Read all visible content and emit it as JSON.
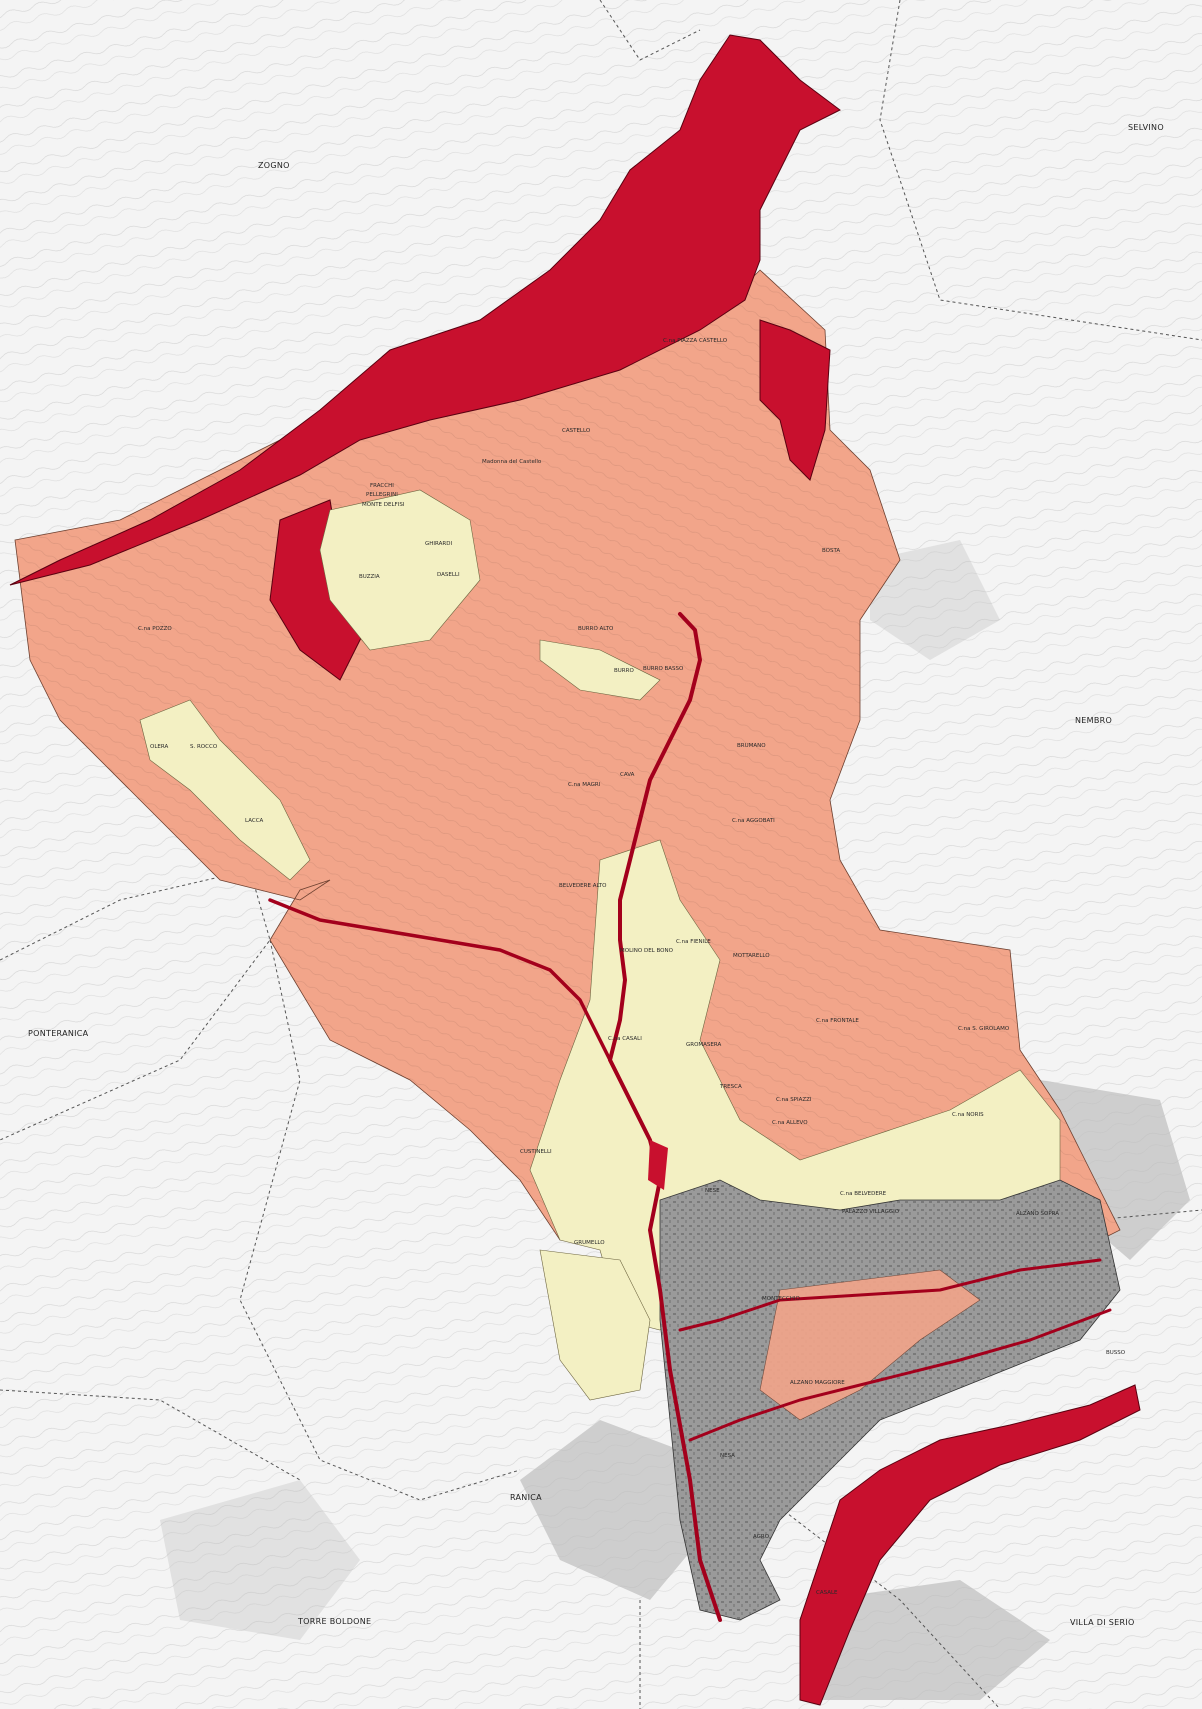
{
  "colors": {
    "background": "#f4f4f4",
    "high_zone": "#c8102e",
    "medium_zone": "#f2a58a",
    "low_zone": "#f3f0c3",
    "urban_zone": "#9a9a9a",
    "river_stroke": "#a3001c",
    "municipal_border": "#555555"
  },
  "municipalities": {
    "zogno": "ZOGNO",
    "selvino": "SELVINO",
    "nembro": "NEMBRO",
    "ponteranica": "PONTERANICA",
    "ranica": "RANICA",
    "torre_boldone": "TORRE BOLDONE",
    "villa_di_serio": "VILLA DI SERIO"
  },
  "places": {
    "piazza_castello": "C.na PIAZZA CASTELLO",
    "castello": "CASTELLO",
    "madonna_del_castello": "Madonna del Castello",
    "fracchi": "FRACCHI",
    "pellegrini": "PELLEGRINI",
    "monte_delfisi": "MONTE DELFISI",
    "ghirardi": "GHIRARDI",
    "daselli": "DASELLI",
    "buzzia": "BUZZIA",
    "bosta": "BOSTA",
    "burro_alto": "BURRO ALTO",
    "burro_basso": "BURRO BASSO",
    "burro": "BURRO",
    "cascina_pozzo": "C.na POZZO",
    "olera": "OLERA",
    "s_rocco": "S. ROCCO",
    "lacca": "LACCA",
    "cascina_magri": "C.na MAGRI",
    "cava": "CAVA",
    "brumano": "BRUMANO",
    "cascina_aggobati": "C.na AGGOBATI",
    "belvedere_alto": "BELVEDERE ALTO",
    "mulino_del_bono": "MOLINO DEL BONO",
    "cascina_fienile": "C.na FIENILE",
    "mottarello": "MOTTARELLO",
    "cascina_frontale": "C.na FRONTALE",
    "cascina_s_girolamo": "C.na S. GIROLAMO",
    "cascina_casali": "C.na CASALI",
    "gromasera": "GROMASERA",
    "trescal": "TRESCA",
    "cascina_sphazzi": "C.na SPIAZZI",
    "cascina_allevo": "C.na ALLEVO",
    "cascina_noris": "C.na NORIS",
    "custinelli": "CUSTINELLI",
    "nese": "NESE",
    "cascina_belvedere": "C.na BELVEDERE",
    "palazzo_villaggio": "PALAZZO VILLAGGIO",
    "alzano_sopra": "ALZANO SOPRA",
    "grumello": "GRUMELLO",
    "montecchio": "MONTECCHIO",
    "alzano_maggiore": "ALZANO MAGGIORE",
    "nesa": "NESA",
    "agro": "AGRO",
    "busso": "BUSSO",
    "casale": "CASALE"
  }
}
